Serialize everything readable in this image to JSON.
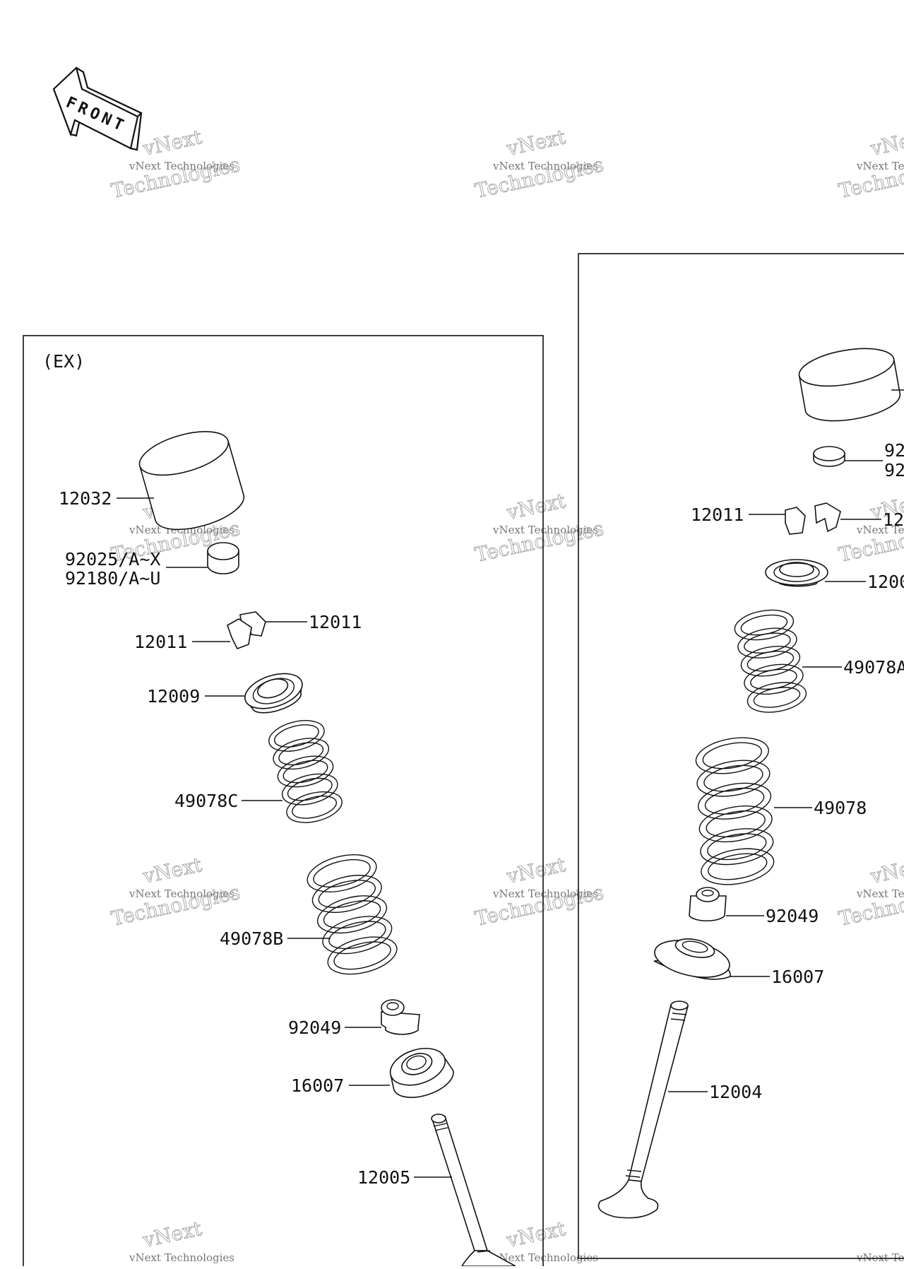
{
  "front_arrow": {
    "text": "FRONT"
  },
  "watermark": {
    "line1": "vNext",
    "line2": "vNext Technologies",
    "line3": "Technologies"
  },
  "ex_panel": {
    "title": "(EX)",
    "labels": {
      "lifter": "12032",
      "shim_a": "92025/A~X",
      "shim_b": "92180/A~U",
      "keeper_right": "12011",
      "keeper_left": "12011",
      "retainer": "12009",
      "spring_inner": "49078C",
      "spring_outer": "49078B",
      "stem_seal": "92049",
      "spring_seat": "16007",
      "valve": "12005"
    }
  },
  "in_panel": {
    "labels": {
      "shim_a": "92",
      "shim_b": "92",
      "keeper_left": "12011",
      "keeper_right": "12",
      "retainer": "1200",
      "spring_inner": "49078A",
      "spring_outer": "49078",
      "stem_seal": "92049",
      "spring_seat": "16007",
      "valve": "12004"
    }
  }
}
